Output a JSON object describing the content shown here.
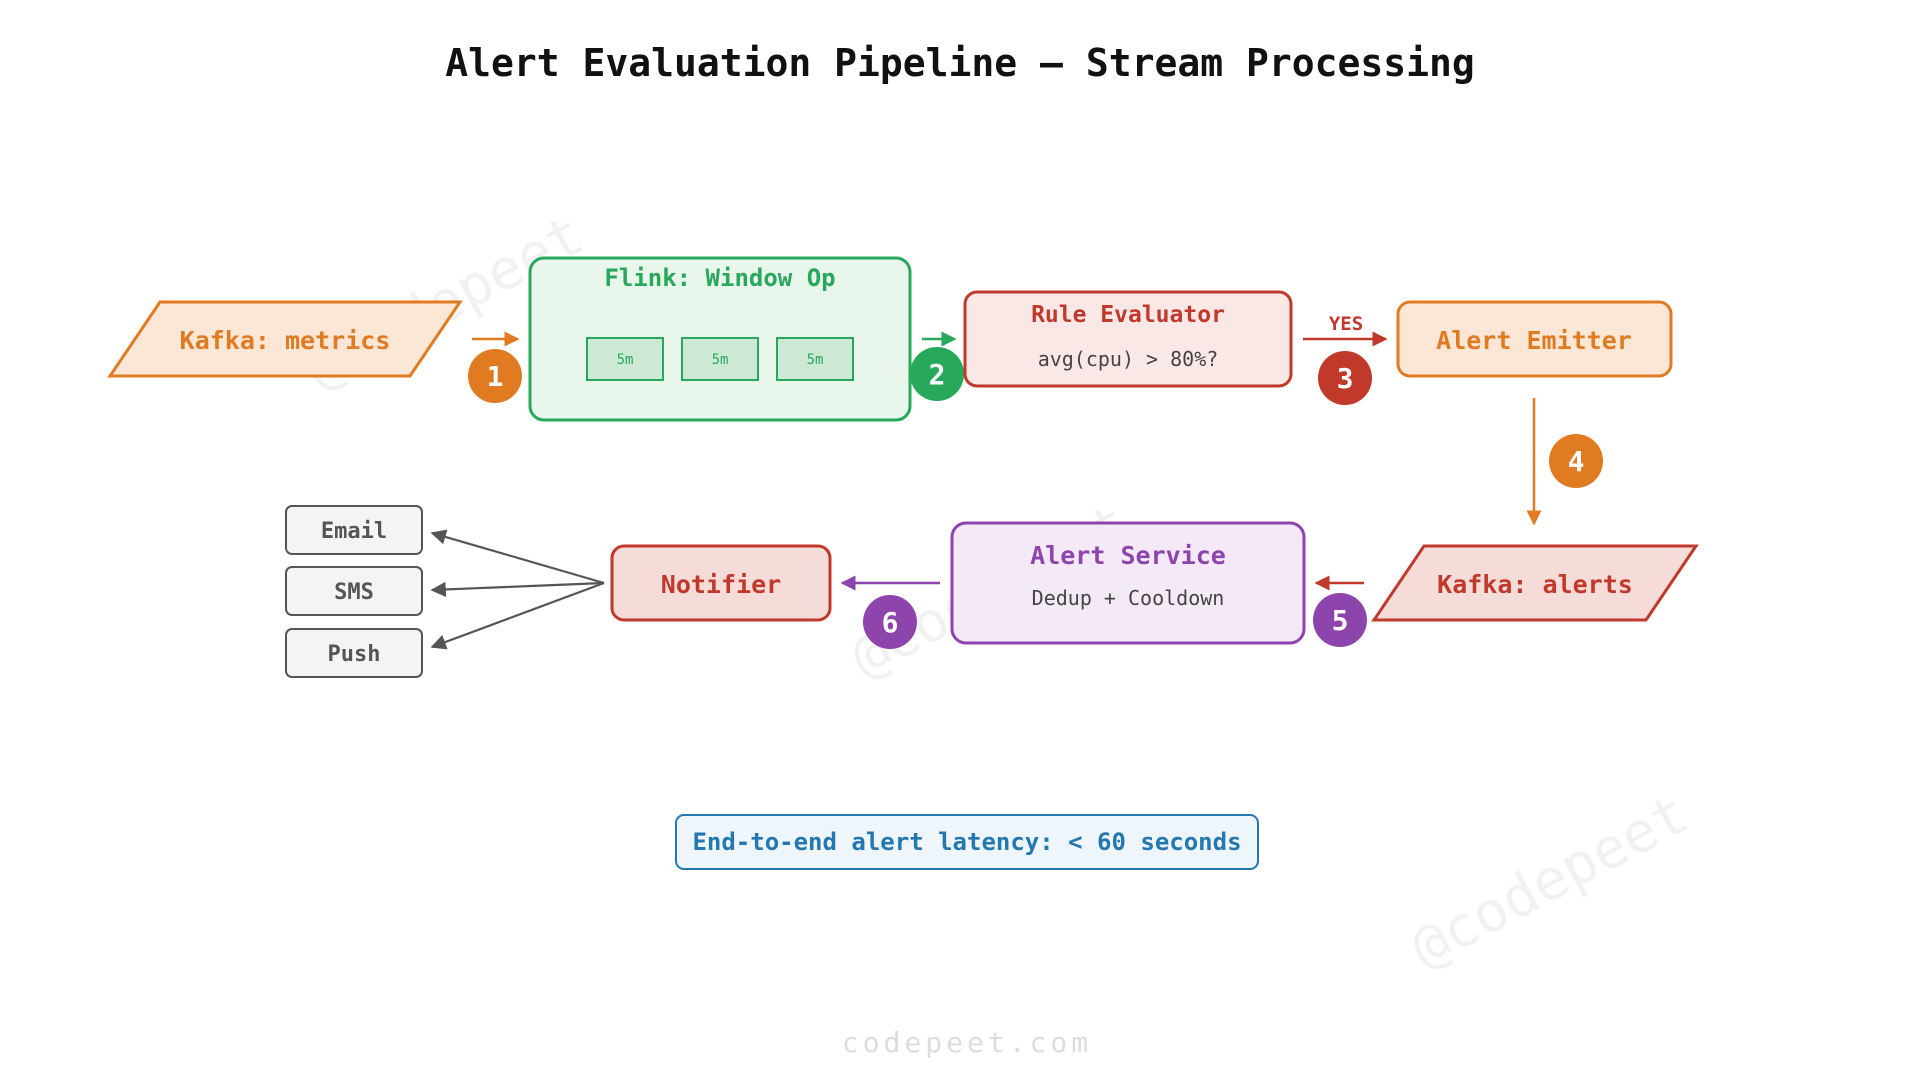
{
  "title": "Alert Evaluation Pipeline — Stream Processing",
  "watermark": "@codepeet",
  "footer": "codepeet.com",
  "colors": {
    "orange": "#e07b22",
    "orange_fill": "#fce6d6",
    "green": "#27a85a",
    "green_fill": "#e8f6ec",
    "green_cell": "#cde9d6",
    "red": "#c0392b",
    "red_fill": "#f9e8e6",
    "red_fill2": "#f5dcd9",
    "purple": "#8e44ad",
    "purple_fill": "#f4e9f7",
    "gray": "#555555",
    "gray_fill": "#f4f4f4",
    "blue": "#2478b0",
    "blue_fill": "#eef5fb"
  },
  "nodes": {
    "kafka_metrics": "Kafka: metrics",
    "flink": {
      "title": "Flink: Window Op",
      "windows": [
        "5m",
        "5m",
        "5m"
      ]
    },
    "rule_evaluator": {
      "title": "Rule Evaluator",
      "condition": "avg(cpu) > 80%?"
    },
    "alert_emitter": "Alert Emitter",
    "kafka_alerts": "Kafka: alerts",
    "alert_service": {
      "title": "Alert Service",
      "subtitle": "Dedup + Cooldown"
    },
    "notifier": "Notifier",
    "channels": [
      "Email",
      "SMS",
      "Push"
    ]
  },
  "edge_labels": {
    "yes": "YES"
  },
  "steps": [
    "1",
    "2",
    "3",
    "4",
    "5",
    "6"
  ],
  "latency_note": "End-to-end alert latency: < 60 seconds"
}
